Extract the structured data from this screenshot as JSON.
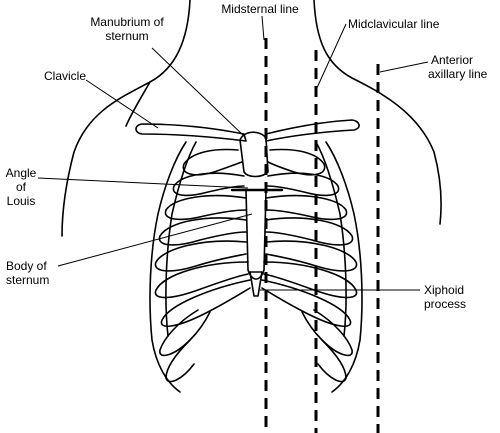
{
  "labels": {
    "midsternal_line": "Midsternal line",
    "midclavicular_line": "Midclavicular line",
    "manubrium_line1": "Manubrium of",
    "manubrium_line2": "sternum",
    "anterior_axillary_line1": "Anterior",
    "anterior_axillary_line2": "axillary line",
    "clavicle": "Clavicle",
    "angle_line1": "Angle",
    "angle_line2": "of",
    "angle_line3": "Louis",
    "body_line1": "Body of",
    "body_line2": "sternum",
    "xiphoid_line1": "Xiphoid",
    "xiphoid_line2": "process"
  },
  "colors": {
    "ink": "#000000",
    "background": "#ffffff"
  }
}
